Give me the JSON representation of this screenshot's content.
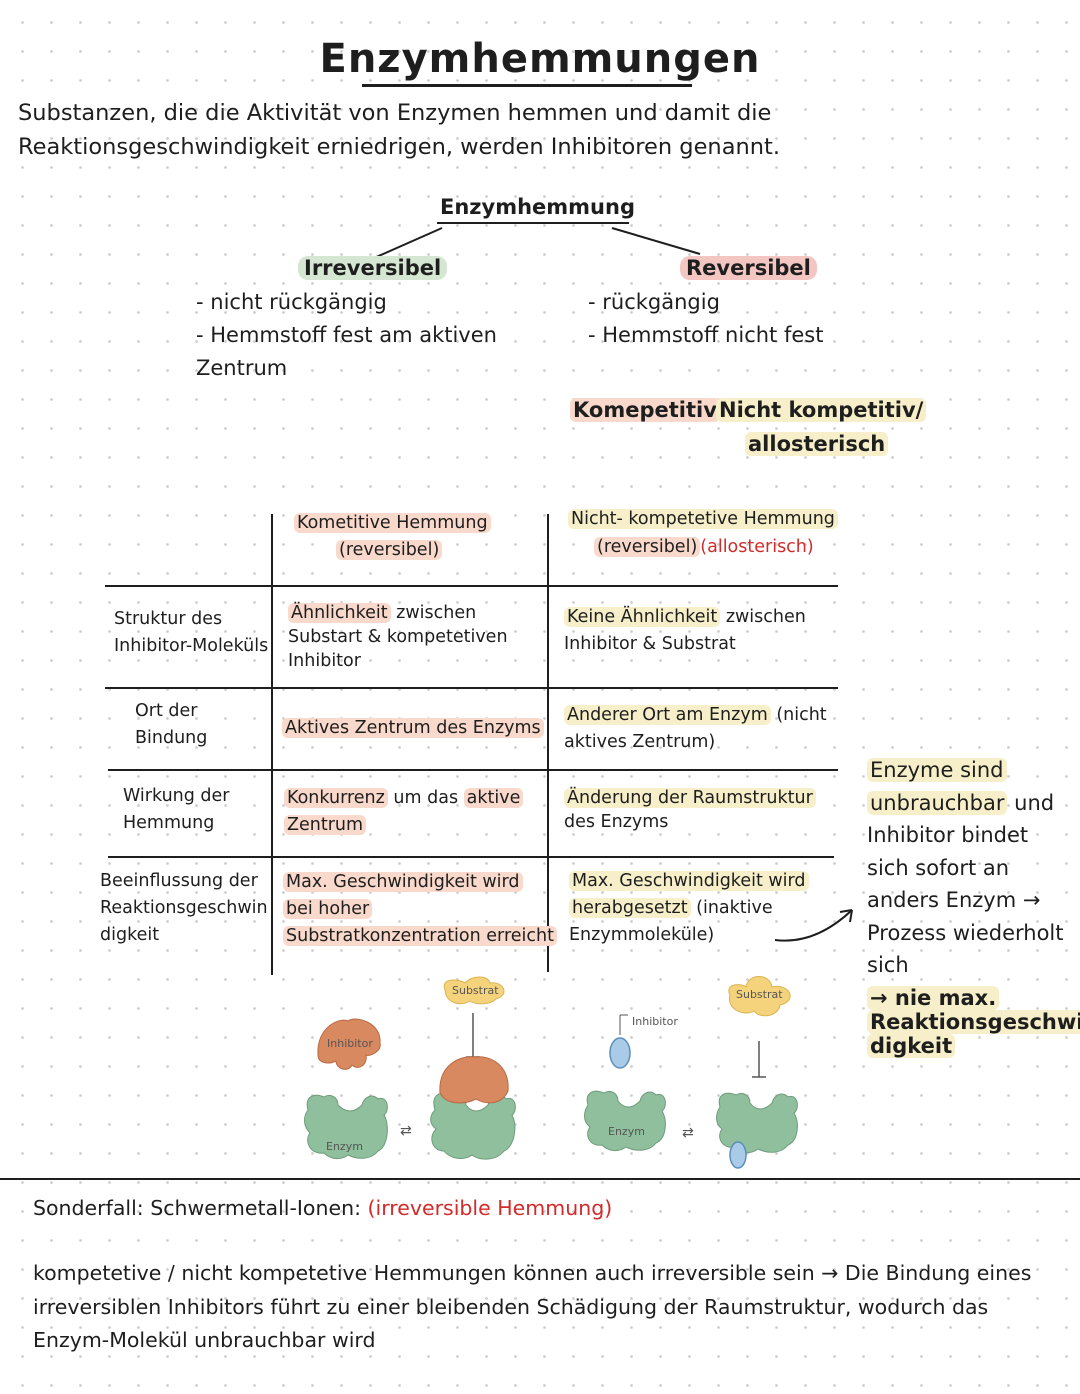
{
  "title": "Enzymhemmungen",
  "intro": "Substanzen, die die Aktivität von Enzymen hemmen und damit die Reaktionsgeschwindigkeit erniedrigen, werden Inhibitoren genannt.",
  "tree": {
    "root": "Enzymhemmung",
    "irreversible": {
      "label": "Irreversibel",
      "points": [
        "- nicht rückgängig",
        "- Hemmstoff fest am aktiven",
        "Zentrum"
      ]
    },
    "reversible": {
      "label": "Reversibel",
      "points": [
        "- rückgängig",
        "- Hemmstoff nicht fest"
      ],
      "types": [
        "Komepetitiv",
        "Nicht kompetitiv/",
        "allosterisch"
      ]
    }
  },
  "table": {
    "headers": {
      "competitive": "Kometitive Hemmung",
      "competitive_sub": "(reversibel)",
      "noncompetitive": "Nicht- kompetetive Hemmung",
      "noncompetitive_sub1": "(reversibel)",
      "noncompetitive_sub2": "(allosterisch)"
    },
    "rows": [
      {
        "label": [
          "Struktur des",
          "Inhibitor-Moleküls"
        ],
        "competitive": [
          "Ähnlichkeit",
          " zwischen",
          "Substart & kompetetiven",
          "Inhibitor"
        ],
        "noncompetitive": [
          "Keine Ähnlichkeit",
          " zwischen",
          "Inhibitor & Substrat"
        ]
      },
      {
        "label": [
          "Ort der",
          "Bindung"
        ],
        "competitive": [
          "Aktives Zentrum des Enzyms"
        ],
        "noncompetitive": [
          "Anderer Ort am Enzym",
          " (nicht",
          "aktives Zentrum)"
        ]
      },
      {
        "label": [
          "Wirkung der",
          "Hemmung"
        ],
        "competitive": [
          "Konkurrenz",
          " um das ",
          "aktive",
          "Zentrum"
        ],
        "noncompetitive": [
          "Änderung der Raumstruktur",
          "des Enzyms"
        ]
      },
      {
        "label": [
          "Beeinflussung der",
          "Reaktionsgeschwin",
          "digkeit"
        ],
        "competitive": [
          "Max. Geschwindigkeit wird",
          "bei hoher",
          "Substratkonzentration erreicht"
        ],
        "noncompetitive": [
          "Max. Geschwindigkeit wird",
          "herabgesetzt",
          " (inaktive",
          "Enzymmoleküle)"
        ]
      }
    ]
  },
  "side_note": {
    "lines": [
      "Enzyme sind",
      "unbrauchbar",
      " und",
      "Inhibitor bindet",
      "sich sofort an",
      "anders Enzym →",
      "Prozess wiederholt",
      "sich",
      "→ nie max.",
      "Reaktionsgeschwin",
      "digkeit"
    ]
  },
  "diagram_labels": {
    "substrate": "Substrat",
    "inhibitor": "Inhibitor",
    "enzyme": "Enzym"
  },
  "colors": {
    "enzyme": "#8fbf9c",
    "inhibitor_competitive": "#d9895f",
    "substrate": "#f4d37c",
    "inhibitor_allosteric": "#a9cbe8"
  },
  "special": {
    "prefix": "Sonderfall: Schwermetall-Ionen: ",
    "red": "(irreversible Hemmung)"
  },
  "bottom_text": [
    "kompetetive / nicht kompetetive Hemmungen können auch irreversible sein → Die Bindung eines",
    "irreversiblen Inhibitors führt zu einer bleibenden Schädigung der Raumstruktur, wodurch das",
    "Enzym-Molekül unbrauchbar wird"
  ]
}
